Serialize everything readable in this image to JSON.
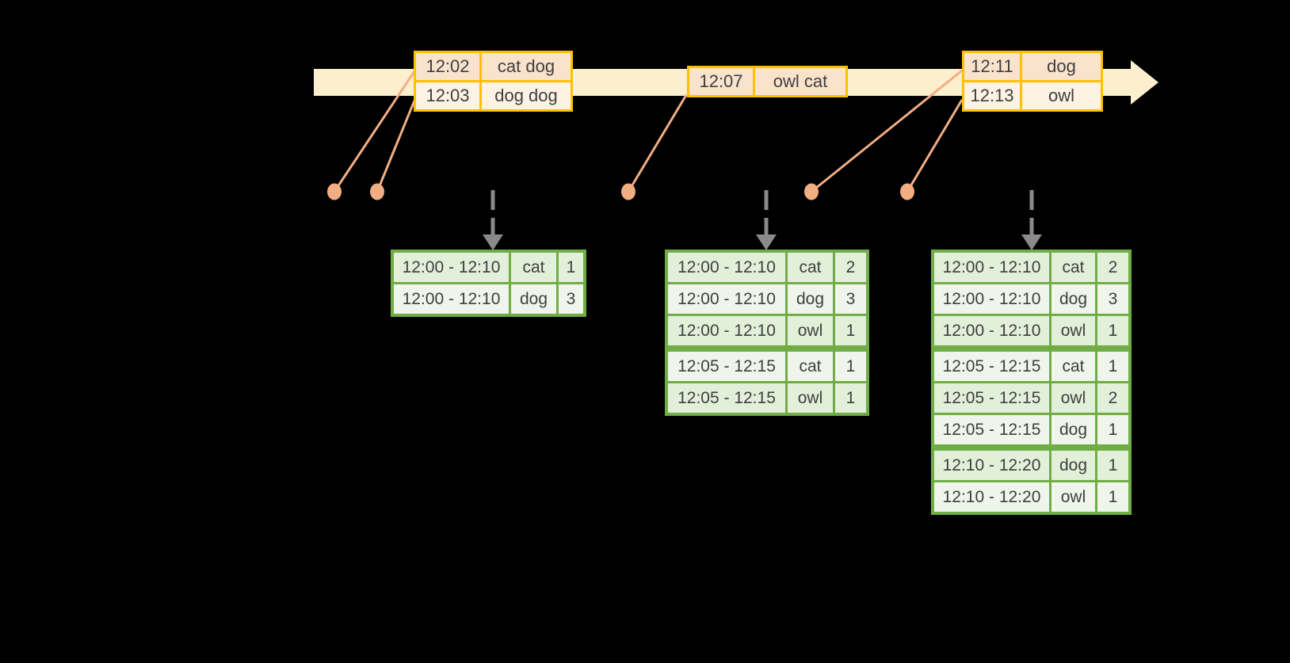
{
  "colors": {
    "background": "#000000",
    "timeline_band": "#FCEFCD",
    "event_border": "#FFC000",
    "event_row_dark": "#FAE3CC",
    "event_row_light": "#FDF2E3",
    "connector": "#F1AE83",
    "result_border": "#70AD47",
    "result_row_dark": "#E2EFD9",
    "result_row_light": "#EFF5EA",
    "trigger_arrow": "#8A8A8A",
    "text": "#3F3F3F"
  },
  "event_tables": [
    {
      "rows": [
        {
          "time": "12:02",
          "words": "cat dog"
        },
        {
          "time": "12:03",
          "words": "dog dog"
        }
      ]
    },
    {
      "rows": [
        {
          "time": "12:07",
          "words": "owl cat"
        }
      ]
    },
    {
      "rows": [
        {
          "time": "12:11",
          "words": "dog"
        },
        {
          "time": "12:13",
          "words": "owl"
        }
      ]
    }
  ],
  "result_tables": [
    {
      "rows": [
        {
          "window": "12:00 - 12:10",
          "word": "cat",
          "count": "1"
        },
        {
          "window": "12:00 - 12:10",
          "word": "dog",
          "count": "3"
        }
      ]
    },
    {
      "rows": [
        {
          "window": "12:00 - 12:10",
          "word": "cat",
          "count": "2"
        },
        {
          "window": "12:00 - 12:10",
          "word": "dog",
          "count": "3"
        },
        {
          "window": "12:00 - 12:10",
          "word": "owl",
          "count": "1"
        },
        {
          "window": "12:05 - 12:15",
          "word": "cat",
          "count": "1"
        },
        {
          "window": "12:05 - 12:15",
          "word": "owl",
          "count": "1"
        }
      ]
    },
    {
      "rows": [
        {
          "window": "12:00 - 12:10",
          "word": "cat",
          "count": "2"
        },
        {
          "window": "12:00 - 12:10",
          "word": "dog",
          "count": "3"
        },
        {
          "window": "12:00 - 12:10",
          "word": "owl",
          "count": "1"
        },
        {
          "window": "12:05 - 12:15",
          "word": "cat",
          "count": "1"
        },
        {
          "window": "12:05 - 12:15",
          "word": "owl",
          "count": "2"
        },
        {
          "window": "12:05 - 12:15",
          "word": "dog",
          "count": "1"
        },
        {
          "window": "12:10 - 12:20",
          "word": "dog",
          "count": "1"
        },
        {
          "window": "12:10 - 12:20",
          "word": "owl",
          "count": "1"
        }
      ]
    }
  ]
}
